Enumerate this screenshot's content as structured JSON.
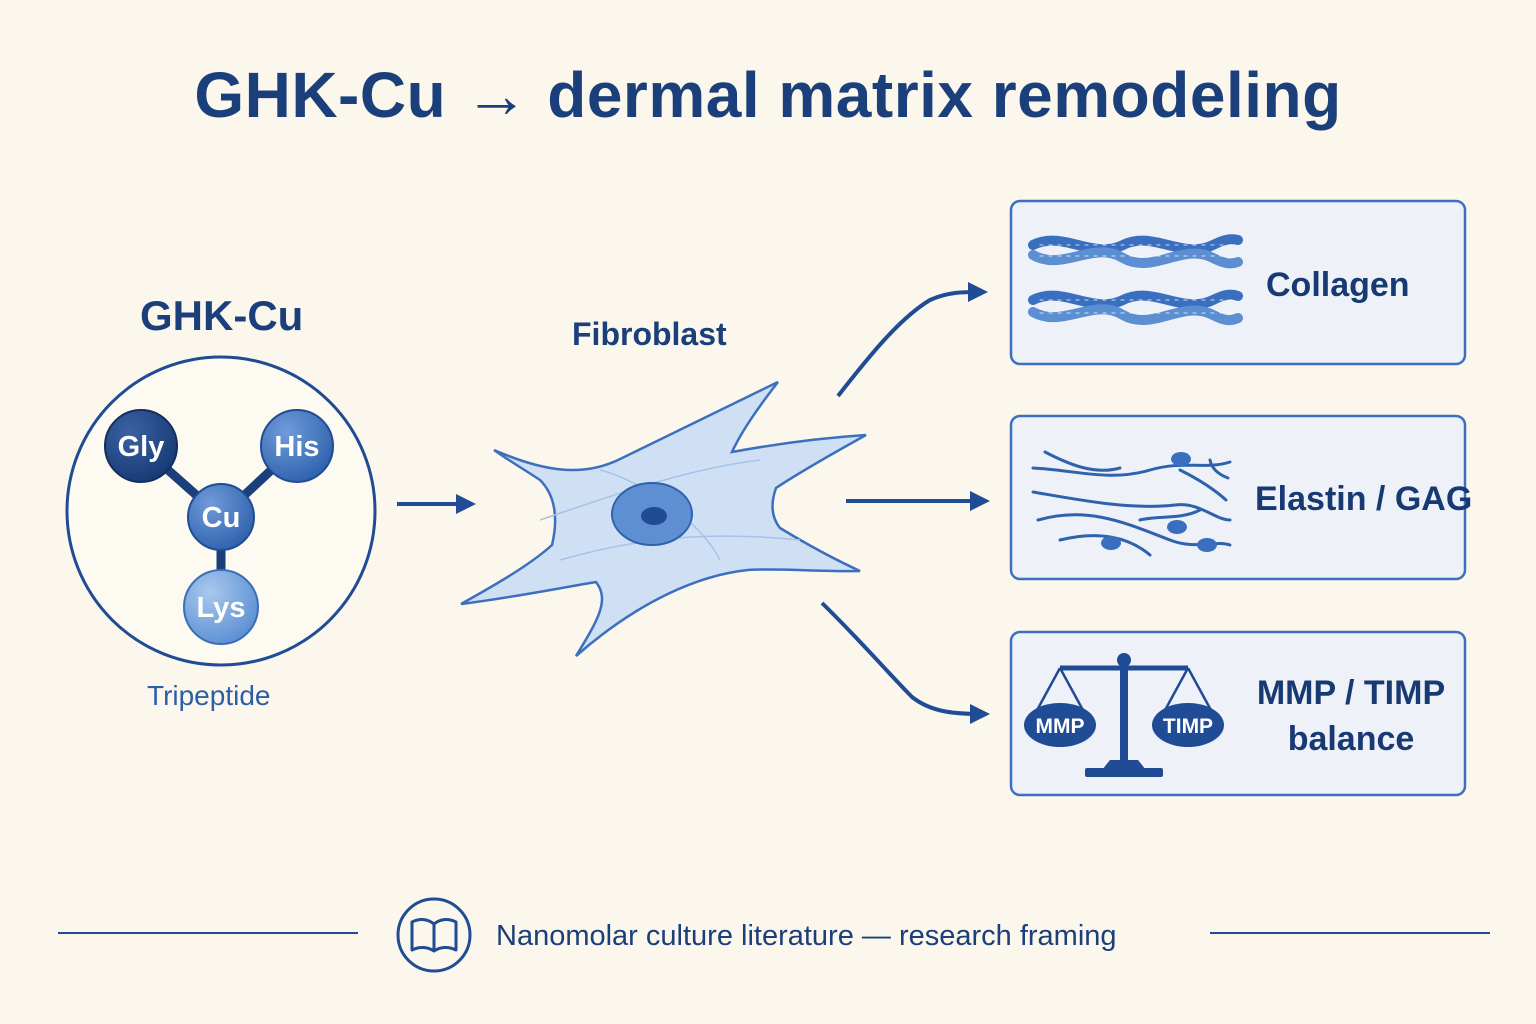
{
  "title": "GHK-Cu → dermal matrix remodeling",
  "molecule": {
    "label": "GHK-Cu",
    "caption": "Tripeptide",
    "nodes": {
      "gly": "Gly",
      "his": "His",
      "cu": "Cu",
      "lys": "Lys"
    }
  },
  "cell": {
    "label": "Fibroblast"
  },
  "outputs": [
    {
      "label": "Collagen",
      "icon": "collagen-fiber-icon"
    },
    {
      "label": "Elastin / GAG",
      "icon": "elastin-network-icon"
    },
    {
      "label": "MMP / TIMP balance",
      "icon": "balance-scale-icon",
      "left_pan": "MMP",
      "right_pan": "TIMP"
    }
  ],
  "footer": {
    "text": "Nanomolar culture literature — research framing",
    "icon": "open-book-icon"
  },
  "colors": {
    "background": "#fbf7ec",
    "navy": "#1b3f7a",
    "blue": "#2d5ea8",
    "light_blue": "#cfe0f5"
  }
}
